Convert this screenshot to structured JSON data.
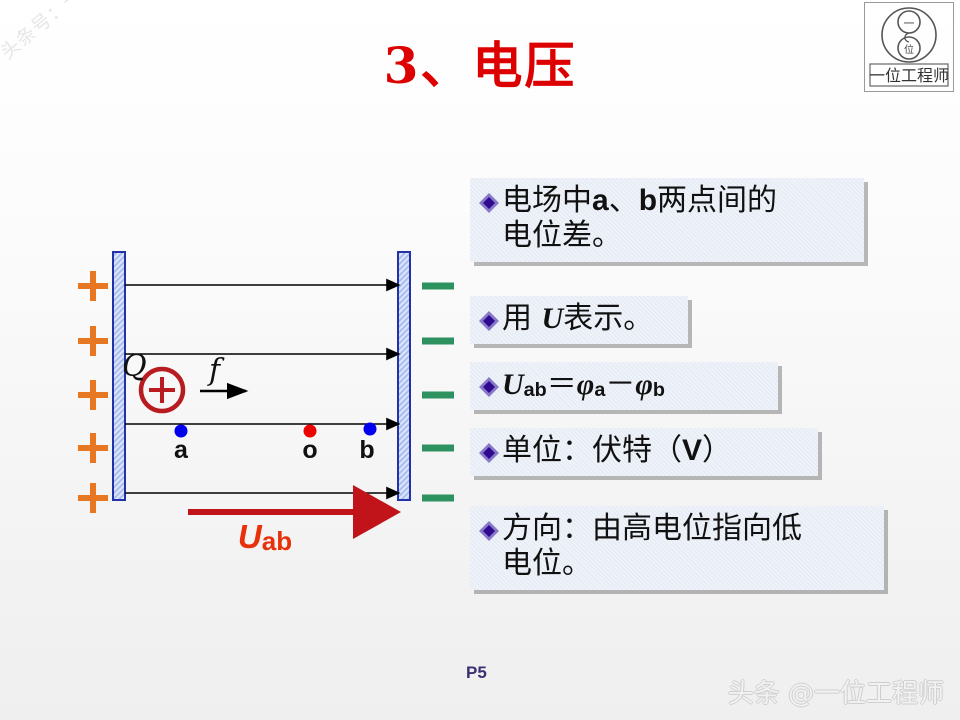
{
  "slide": {
    "title": "3、电压",
    "page_number": "P5",
    "title_color": "#DD0000",
    "background_color": "#F4F4F4"
  },
  "logo": {
    "inner_top_char": "一",
    "inner_bottom_char": "位",
    "caption": "一位工程师"
  },
  "watermarks": {
    "diagonal": "头条号：一位工程师",
    "bottom": "头条 @一位工程师"
  },
  "diagram": {
    "name": "parallel-plate-capacitor-field-diagram",
    "plate_left_charge_symbol": "+",
    "plate_right_charge_symbol": "−",
    "plus_count": 5,
    "minus_count": 5,
    "plus_color": "#E87722",
    "minus_color": "#2E9160",
    "plate_border_color": "#2233AA",
    "plate_fill_color": "#C6D4F2",
    "field_line_count": 4,
    "charge_label": "Q",
    "force_label": "f",
    "charge_symbol": "+",
    "charge_color": "#B81C20",
    "point_labels": [
      "a",
      "o",
      "b"
    ],
    "point_colors": [
      "#0000EE",
      "#EE0000",
      "#0000EE"
    ],
    "voltage_arrow_label_main": "U",
    "voltage_arrow_label_sub": "ab",
    "voltage_arrow_color": "#C0131A",
    "voltage_label_color": "#E8300A"
  },
  "boxes": [
    {
      "id": "definition",
      "bullet": "diamond-bullet",
      "text": "电场中a、b两点间的\n电位差。"
    },
    {
      "id": "symbol",
      "bullet": "diamond-bullet",
      "text_before": "用 ",
      "symbol": "U",
      "text_after": "表示。"
    },
    {
      "id": "formula",
      "bullet": "diamond-bullet",
      "lhs_symbol": "U",
      "lhs_sub": "ab",
      "equals": "＝",
      "term1_symbol": "φ",
      "term1_sub": "a",
      "minus": "－",
      "term2_symbol": "φ",
      "term2_sub": "b"
    },
    {
      "id": "unit",
      "bullet": "diamond-bullet",
      "text_before": "单位：伏特（",
      "unit_symbol": "V",
      "text_after": "）"
    },
    {
      "id": "direction",
      "bullet": "diamond-bullet",
      "text": "方向：由高电位指向低\n电位。"
    }
  ],
  "bullet_colors": {
    "outer": "#8878C8",
    "inner": "#2E0A8E"
  }
}
